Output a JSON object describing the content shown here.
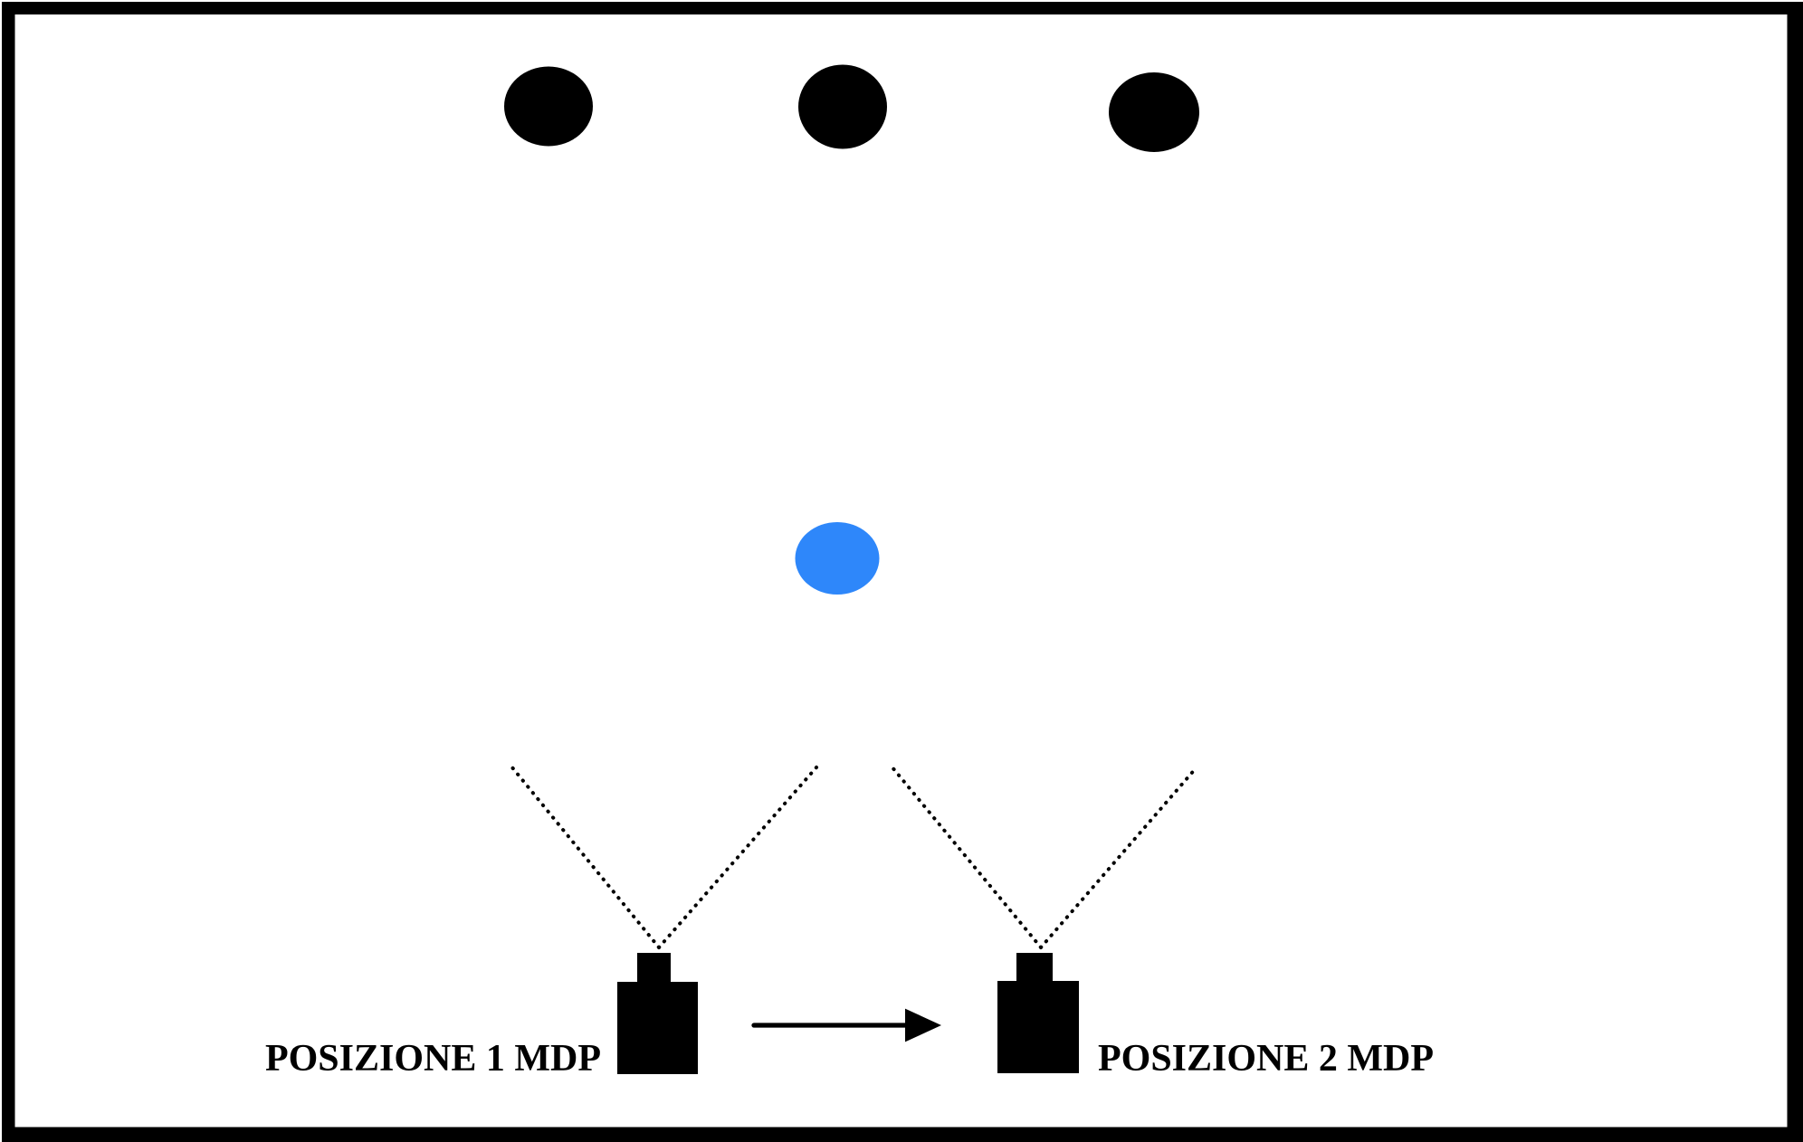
{
  "colors": {
    "ink": "#000000",
    "background": "#ffffff",
    "highlight_blue": "#2e87fa"
  },
  "labels": {
    "camera_position_1": "POSIZIONE 1 MDP",
    "camera_position_2": "POSIZIONE 2 MDP"
  },
  "shapes": {
    "black_dot_count": 3,
    "blue_dot_count": 1,
    "camera_count": 2,
    "arrow_direction": "left-to-right"
  }
}
